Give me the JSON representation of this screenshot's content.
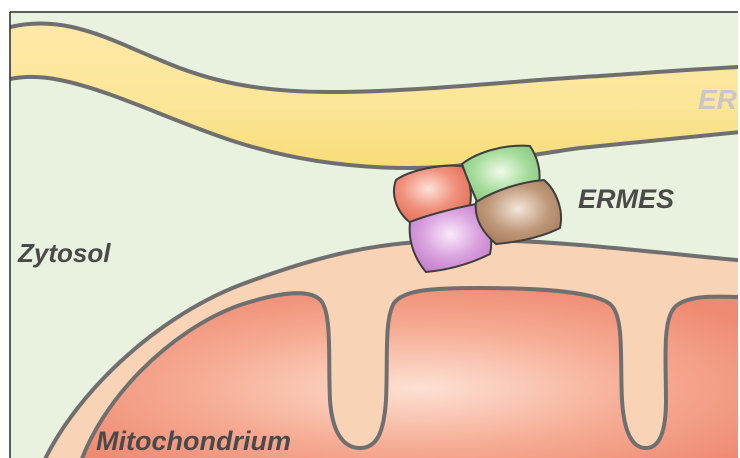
{
  "labels": {
    "er": "ER",
    "ermes": "ERMES",
    "cytosol": "Zytosol",
    "mitochondrium": "Mitochondrium"
  },
  "colors": {
    "cytosol_bg": "#e9f2df",
    "er_fill": "#fbe38f",
    "membrane": "#6f6f6f",
    "mito_outer": "#f9d3b6",
    "mito_matrix": "#f49a83",
    "ermes_red": "#ec7a64",
    "ermes_green": "#94cf8b",
    "ermes_brown": "#b68a6a",
    "ermes_purple": "#cf8fd4",
    "label_text": "#4a4a4a",
    "er_label_text": "#c9c7c1"
  }
}
